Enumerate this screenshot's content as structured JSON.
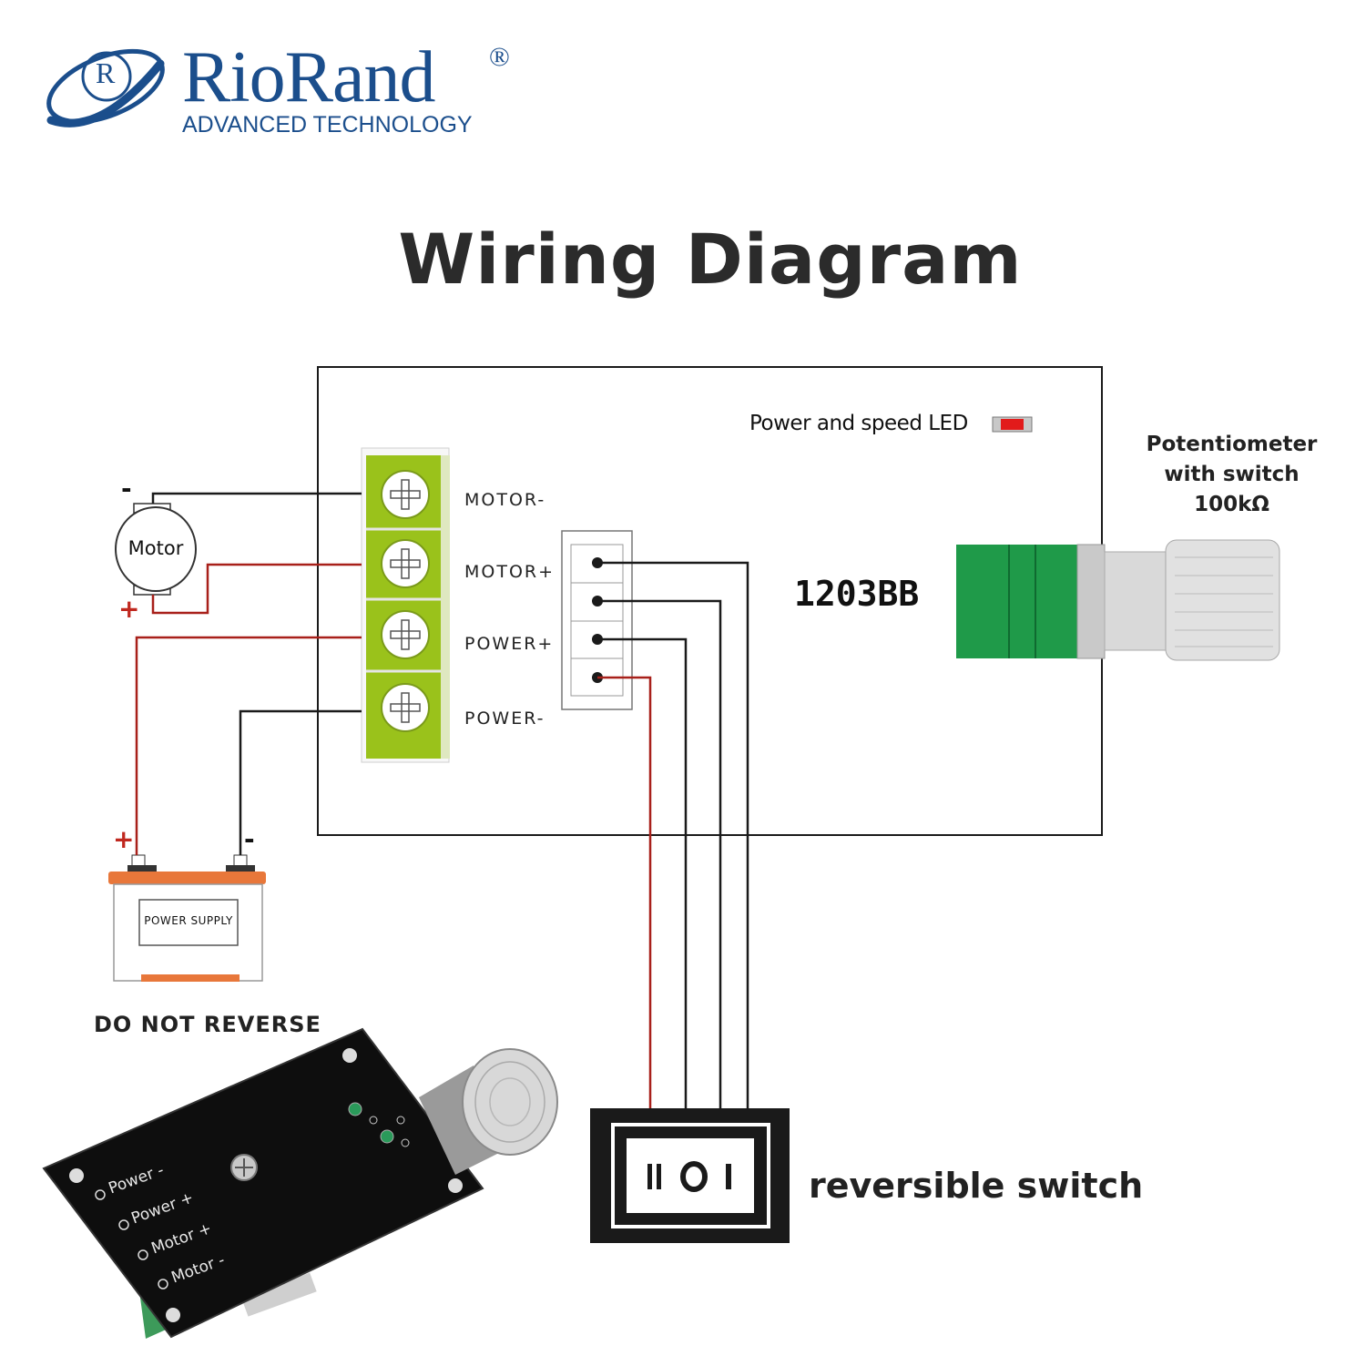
{
  "brand": {
    "logo_letter": "R",
    "name": "RioRand",
    "registered": "®",
    "tagline": "ADVANCED TECHNOLOGY"
  },
  "title": "Wiring Diagram",
  "board": {
    "model": "1203BB",
    "led_label": "Power and speed LED",
    "terminals": [
      "MOTOR-",
      "MOTOR+",
      "POWER+",
      "POWER-"
    ]
  },
  "potentiometer": {
    "label_lines": [
      "Potentiometer",
      "with switch",
      "100kΩ"
    ]
  },
  "motor": {
    "label": "Motor",
    "minus": "-",
    "plus": "+"
  },
  "power_supply": {
    "label": "POWER SUPPLY",
    "plus": "+",
    "minus": "-",
    "warning": "DO NOT REVERSE"
  },
  "switch": {
    "label": "reversible switch",
    "face_text": "II O I"
  },
  "photo_board": {
    "pins": [
      "Power -",
      "Power +",
      "Motor +",
      "Motor -"
    ]
  },
  "colors": {
    "brand_blue": "#1b4e8c",
    "wire_black": "#1a1a1a",
    "wire_red": "#a8201a",
    "terminal_green": "#9ac21b",
    "pot_green": "#1f9a49",
    "battery_orange": "#e8773a",
    "led_red": "#e21b1b"
  }
}
